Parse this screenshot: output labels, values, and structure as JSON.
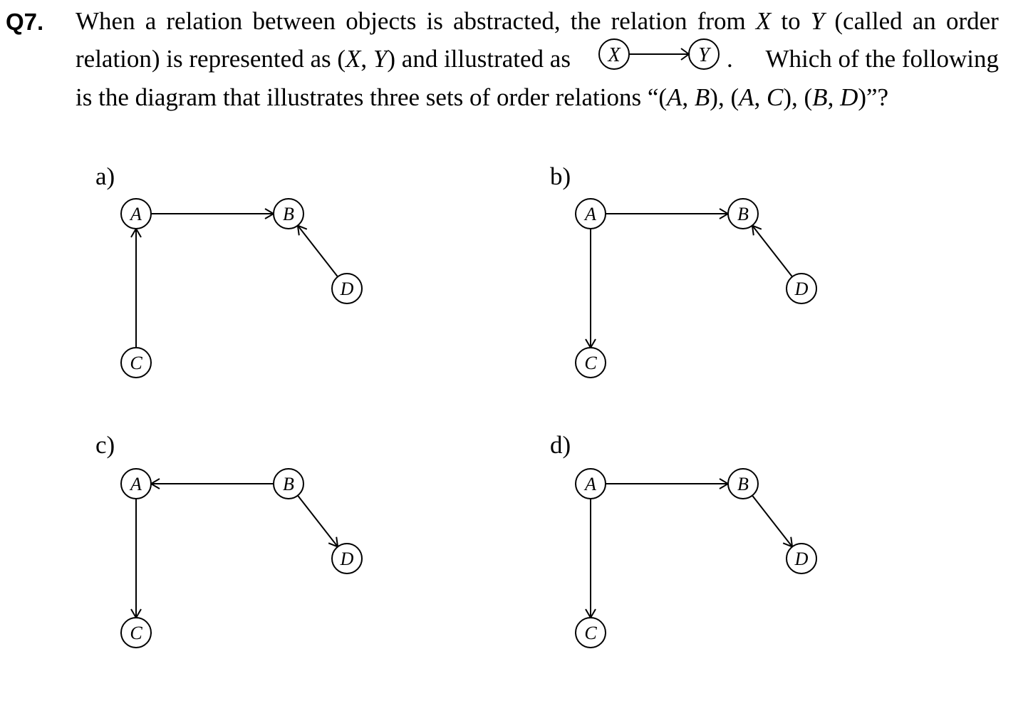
{
  "question": {
    "number": "Q7.",
    "line1_words": [
      "When",
      "a",
      "relation",
      "between",
      "objects",
      "is",
      "abstracted,",
      "the",
      "relation",
      "from",
      "X",
      "to",
      "Y",
      "(called",
      "an",
      "order"
    ],
    "line1_italic_index": [
      10,
      12
    ],
    "line2_left": "relation) is represented as (X, Y) and illustrated as",
    "line2_dot": ".",
    "line2_right": "Which of the following",
    "line3": "is the diagram that illustrates three sets of order relations “(A, B), (A, C), (B, D)”?",
    "inline_example": {
      "from": "X",
      "to": "Y"
    }
  },
  "options": [
    {
      "label": "a)",
      "nodes": [
        "A",
        "B",
        "C",
        "D"
      ],
      "edges": [
        {
          "from": "A",
          "to": "B"
        },
        {
          "from": "C",
          "to": "A"
        },
        {
          "from": "D",
          "to": "B"
        }
      ]
    },
    {
      "label": "b)",
      "nodes": [
        "A",
        "B",
        "C",
        "D"
      ],
      "edges": [
        {
          "from": "A",
          "to": "B"
        },
        {
          "from": "A",
          "to": "C"
        },
        {
          "from": "D",
          "to": "B"
        }
      ]
    },
    {
      "label": "c)",
      "nodes": [
        "A",
        "B",
        "C",
        "D"
      ],
      "edges": [
        {
          "from": "B",
          "to": "A"
        },
        {
          "from": "A",
          "to": "C"
        },
        {
          "from": "B",
          "to": "D"
        }
      ]
    },
    {
      "label": "d)",
      "nodes": [
        "A",
        "B",
        "C",
        "D"
      ],
      "edges": [
        {
          "from": "A",
          "to": "B"
        },
        {
          "from": "A",
          "to": "C"
        },
        {
          "from": "B",
          "to": "D"
        }
      ]
    }
  ]
}
